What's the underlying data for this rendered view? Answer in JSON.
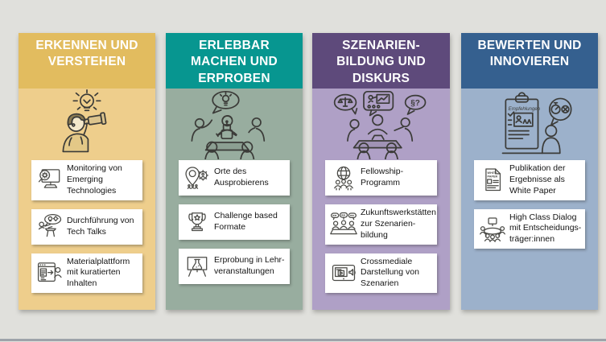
{
  "page": {
    "background_color": "#E0E0DC",
    "bottom_edge_color": "#9EA3AA"
  },
  "columns": [
    {
      "title": "ERKENNEN UND\nVERSTEHEN",
      "header_color": "#E2BC5F",
      "body_color": "#EECE8C",
      "illustration": "person-scouting-with-binoculars-under-idea-bulb",
      "cards": [
        {
          "icon": "monitor-search-icon",
          "text": "Monitoring von\nEmerging\nTechnologies"
        },
        {
          "icon": "tech-talk-speaker-icon",
          "text": "Durchführung von\nTech Talks"
        },
        {
          "icon": "material-platform-icon",
          "text": "Materialplattform\nmit kuratierten\nInhalten"
        }
      ]
    },
    {
      "title": "ERLEBBAR\nMACHEN UND\nERPROBEN",
      "header_color": "#079690",
      "body_color": "#98AD9F",
      "illustration": "team-around-table-with-robot-and-idea-bubble",
      "cards": [
        {
          "icon": "location-pin-maker-icon",
          "text": "Orte des\nAusprobierens"
        },
        {
          "icon": "trophy-icon",
          "text": "Challenge based\nFormate"
        },
        {
          "icon": "lecture-experiment-board-icon",
          "text": "Erprobung in Lehr-\nveranstaltungen"
        }
      ]
    },
    {
      "title": "SZENARIEN-\nBILDUNG UND\nDISKURS",
      "header_color": "#5E4A7B",
      "body_color": "#AFA0C6",
      "illustration": "discussion-group-with-law-and-presentation-bubbles",
      "illustration_bubble_text": "§?",
      "cards": [
        {
          "icon": "globe-community-icon",
          "text": "Fellowship-\nProgramm"
        },
        {
          "icon": "future-workshop-icon",
          "text": "Zukunftswerkstätten\nzur Szenarien-\nbildung"
        },
        {
          "icon": "crossmedia-tablet-icon",
          "text": "Crossmediale\nDarstellung von\nSzenarien"
        }
      ]
    },
    {
      "title": "BEWERTEN UND\nINNOVIEREN",
      "header_color": "#35608F",
      "body_color": "#9CB1CB",
      "illustration": "recommendations-clipboard-with-person-and-stopwatch-bubble",
      "illustration_clipboard_label": "Empfehlungen",
      "cards": [
        {
          "icon": "white-paper-document-icon",
          "icon_text_lines": [
            "WHITE",
            "PAPER"
          ],
          "text": "Publikation der\nErgebnisse als\nWhite Paper"
        },
        {
          "icon": "round-table-dialog-icon",
          "text": "High Class Dialog\nmit Entscheidungs-\nträger:innen"
        }
      ]
    }
  ]
}
